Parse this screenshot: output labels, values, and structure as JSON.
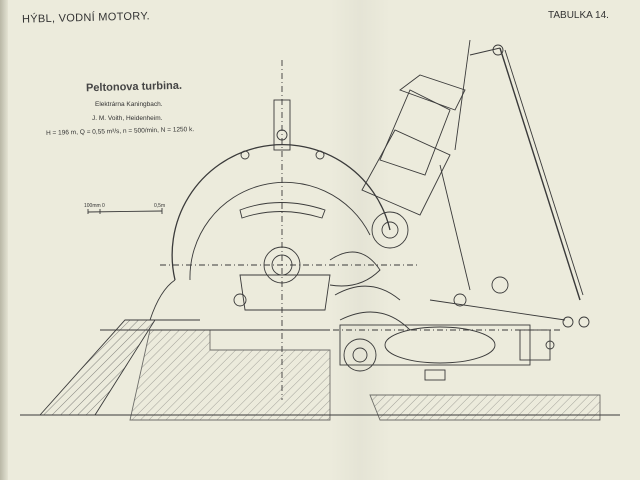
{
  "header": {
    "left": "HÝBL, VODNÍ MOTORY.",
    "right": "TABULKA 14."
  },
  "plate": {
    "title": "Peltonova turbina.",
    "subtitle1": "Elektrárna Kaningbach.",
    "subtitle2": "J. M. Voith, Heidenheim.",
    "specs": "H = 196 m, Q = 0,55 m³/s, n = 500/min, N = 1250 k."
  },
  "scale_bar": {
    "left_label": "100mm 0",
    "right_label": "0,5m"
  }
}
